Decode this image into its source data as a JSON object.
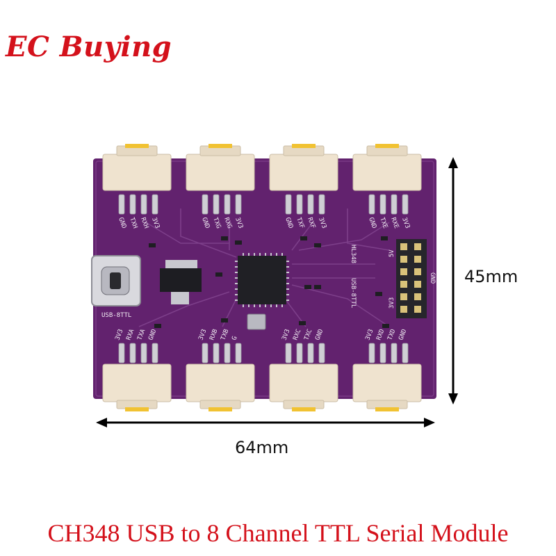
{
  "brand": {
    "text": "EC Buying",
    "color": "#d4111b"
  },
  "dimensions": {
    "height_label": "45mm",
    "width_label": "64mm"
  },
  "caption": {
    "text": "CH348 USB to 8 Channel TTL Serial Module",
    "color": "#d4111b"
  },
  "board": {
    "pcb_color": "#62226e",
    "connector_color": "#efe3cf",
    "silkscreen": {
      "port_label": "USB-8TTL",
      "chip_label": "HL348",
      "side_label": "USB-8TTL",
      "header_5v": "5V",
      "header_3v3": "3V3",
      "header_gnd": "GND",
      "top_pins": [
        [
          "GND",
          "TXH",
          "RXH",
          "3V3"
        ],
        [
          "GND",
          "TXG",
          "RXG",
          "3V3"
        ],
        [
          "GND",
          "TXF",
          "RXF",
          "3V3"
        ],
        [
          "GND",
          "TXE",
          "RXE",
          "3V3"
        ]
      ],
      "bottom_pins": [
        [
          "3V3",
          "RXA",
          "TXA",
          "GND"
        ],
        [
          "3V3",
          "RXB",
          "TXB",
          "G"
        ],
        [
          "3V3",
          "RXC",
          "TXC",
          "GND"
        ],
        [
          "3V3",
          "RXD",
          "TXD",
          "GND"
        ]
      ]
    }
  }
}
